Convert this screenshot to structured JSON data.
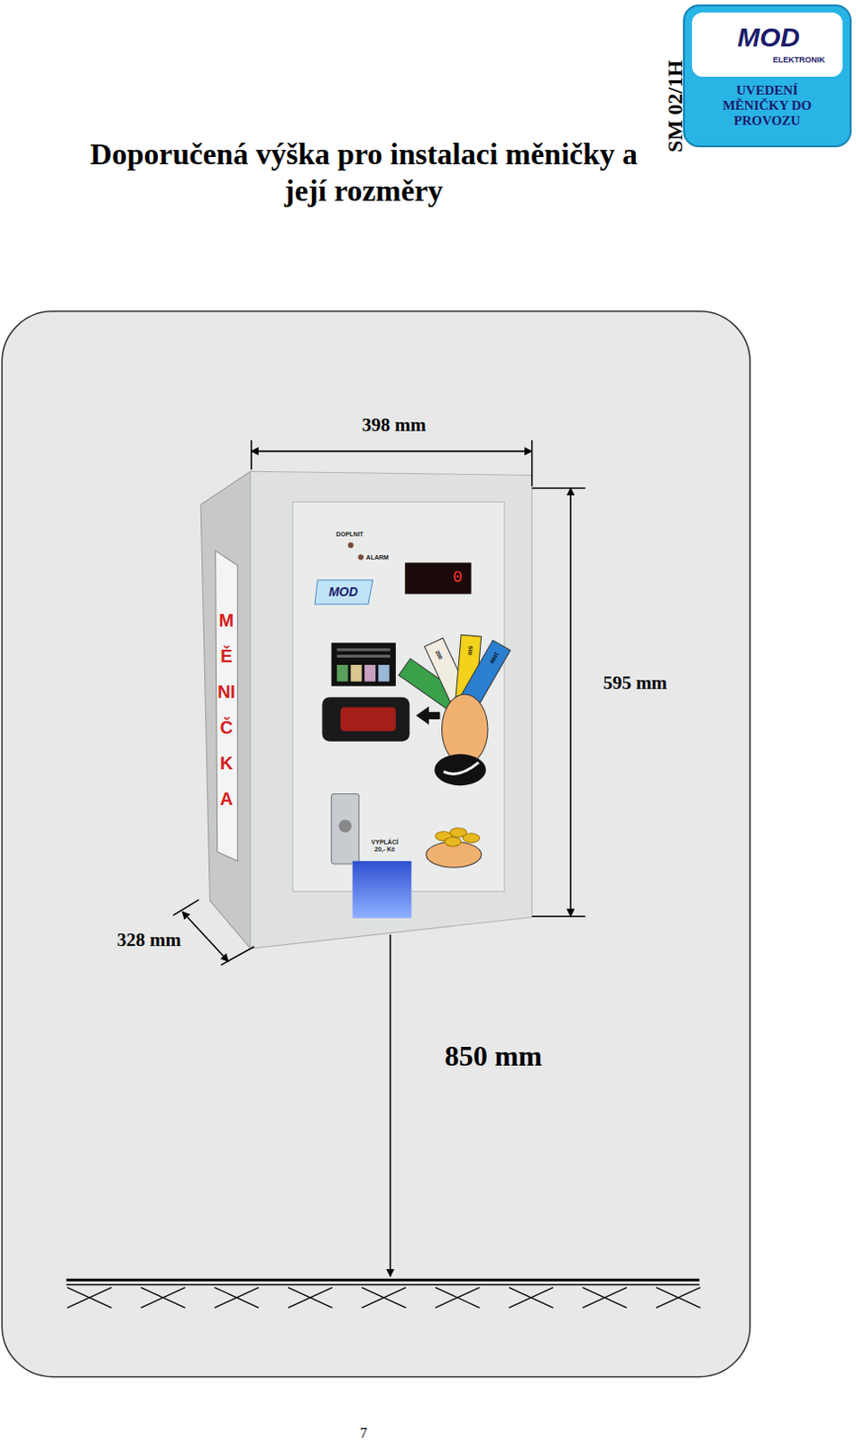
{
  "diagram": {
    "title": "Doporučená výška pro instalaci měničky a její rozměry",
    "nodes": [
      {
        "text": [
          "UVEDENÍ MĚNIČKY DO PROVOZU"
        ]
      }
    ],
    "labels": [
      "SM 02/1H",
      "MOD",
      "ELEKTRONIK",
      "398 mm",
      "DOPLNIT",
      "ALARM",
      "MOD",
      "0",
      "200",
      "500",
      "1000",
      "595 mm",
      "MĚNIČKA",
      "VYPLÁCÍ 20,- Kč",
      "328 mm",
      "850 mm",
      "7"
    ]
  }
}
